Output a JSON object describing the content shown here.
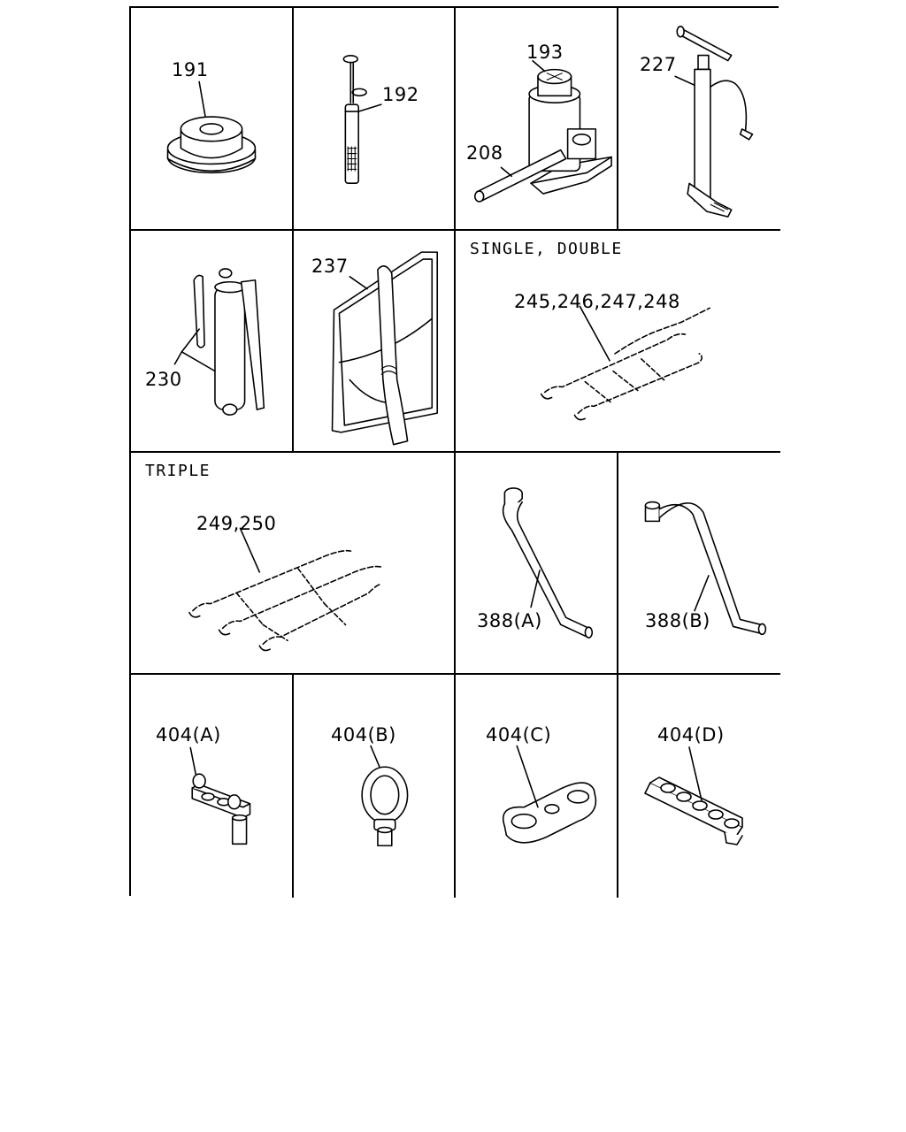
{
  "parts": {
    "p191": "191",
    "p192": "192",
    "p193": "193",
    "p208": "208",
    "p227": "227",
    "p230": "230",
    "p237": "237",
    "p245": "245,246,247,248",
    "p249": "249,250",
    "p388a": "388(A)",
    "p388b": "388(B)",
    "p404a": "404(A)",
    "p404b": "404(B)",
    "p404c": "404(C)",
    "p404d": "404(D)"
  },
  "captions": {
    "single_double": "SINGLE, DOUBLE",
    "triple": "TRIPLE"
  }
}
